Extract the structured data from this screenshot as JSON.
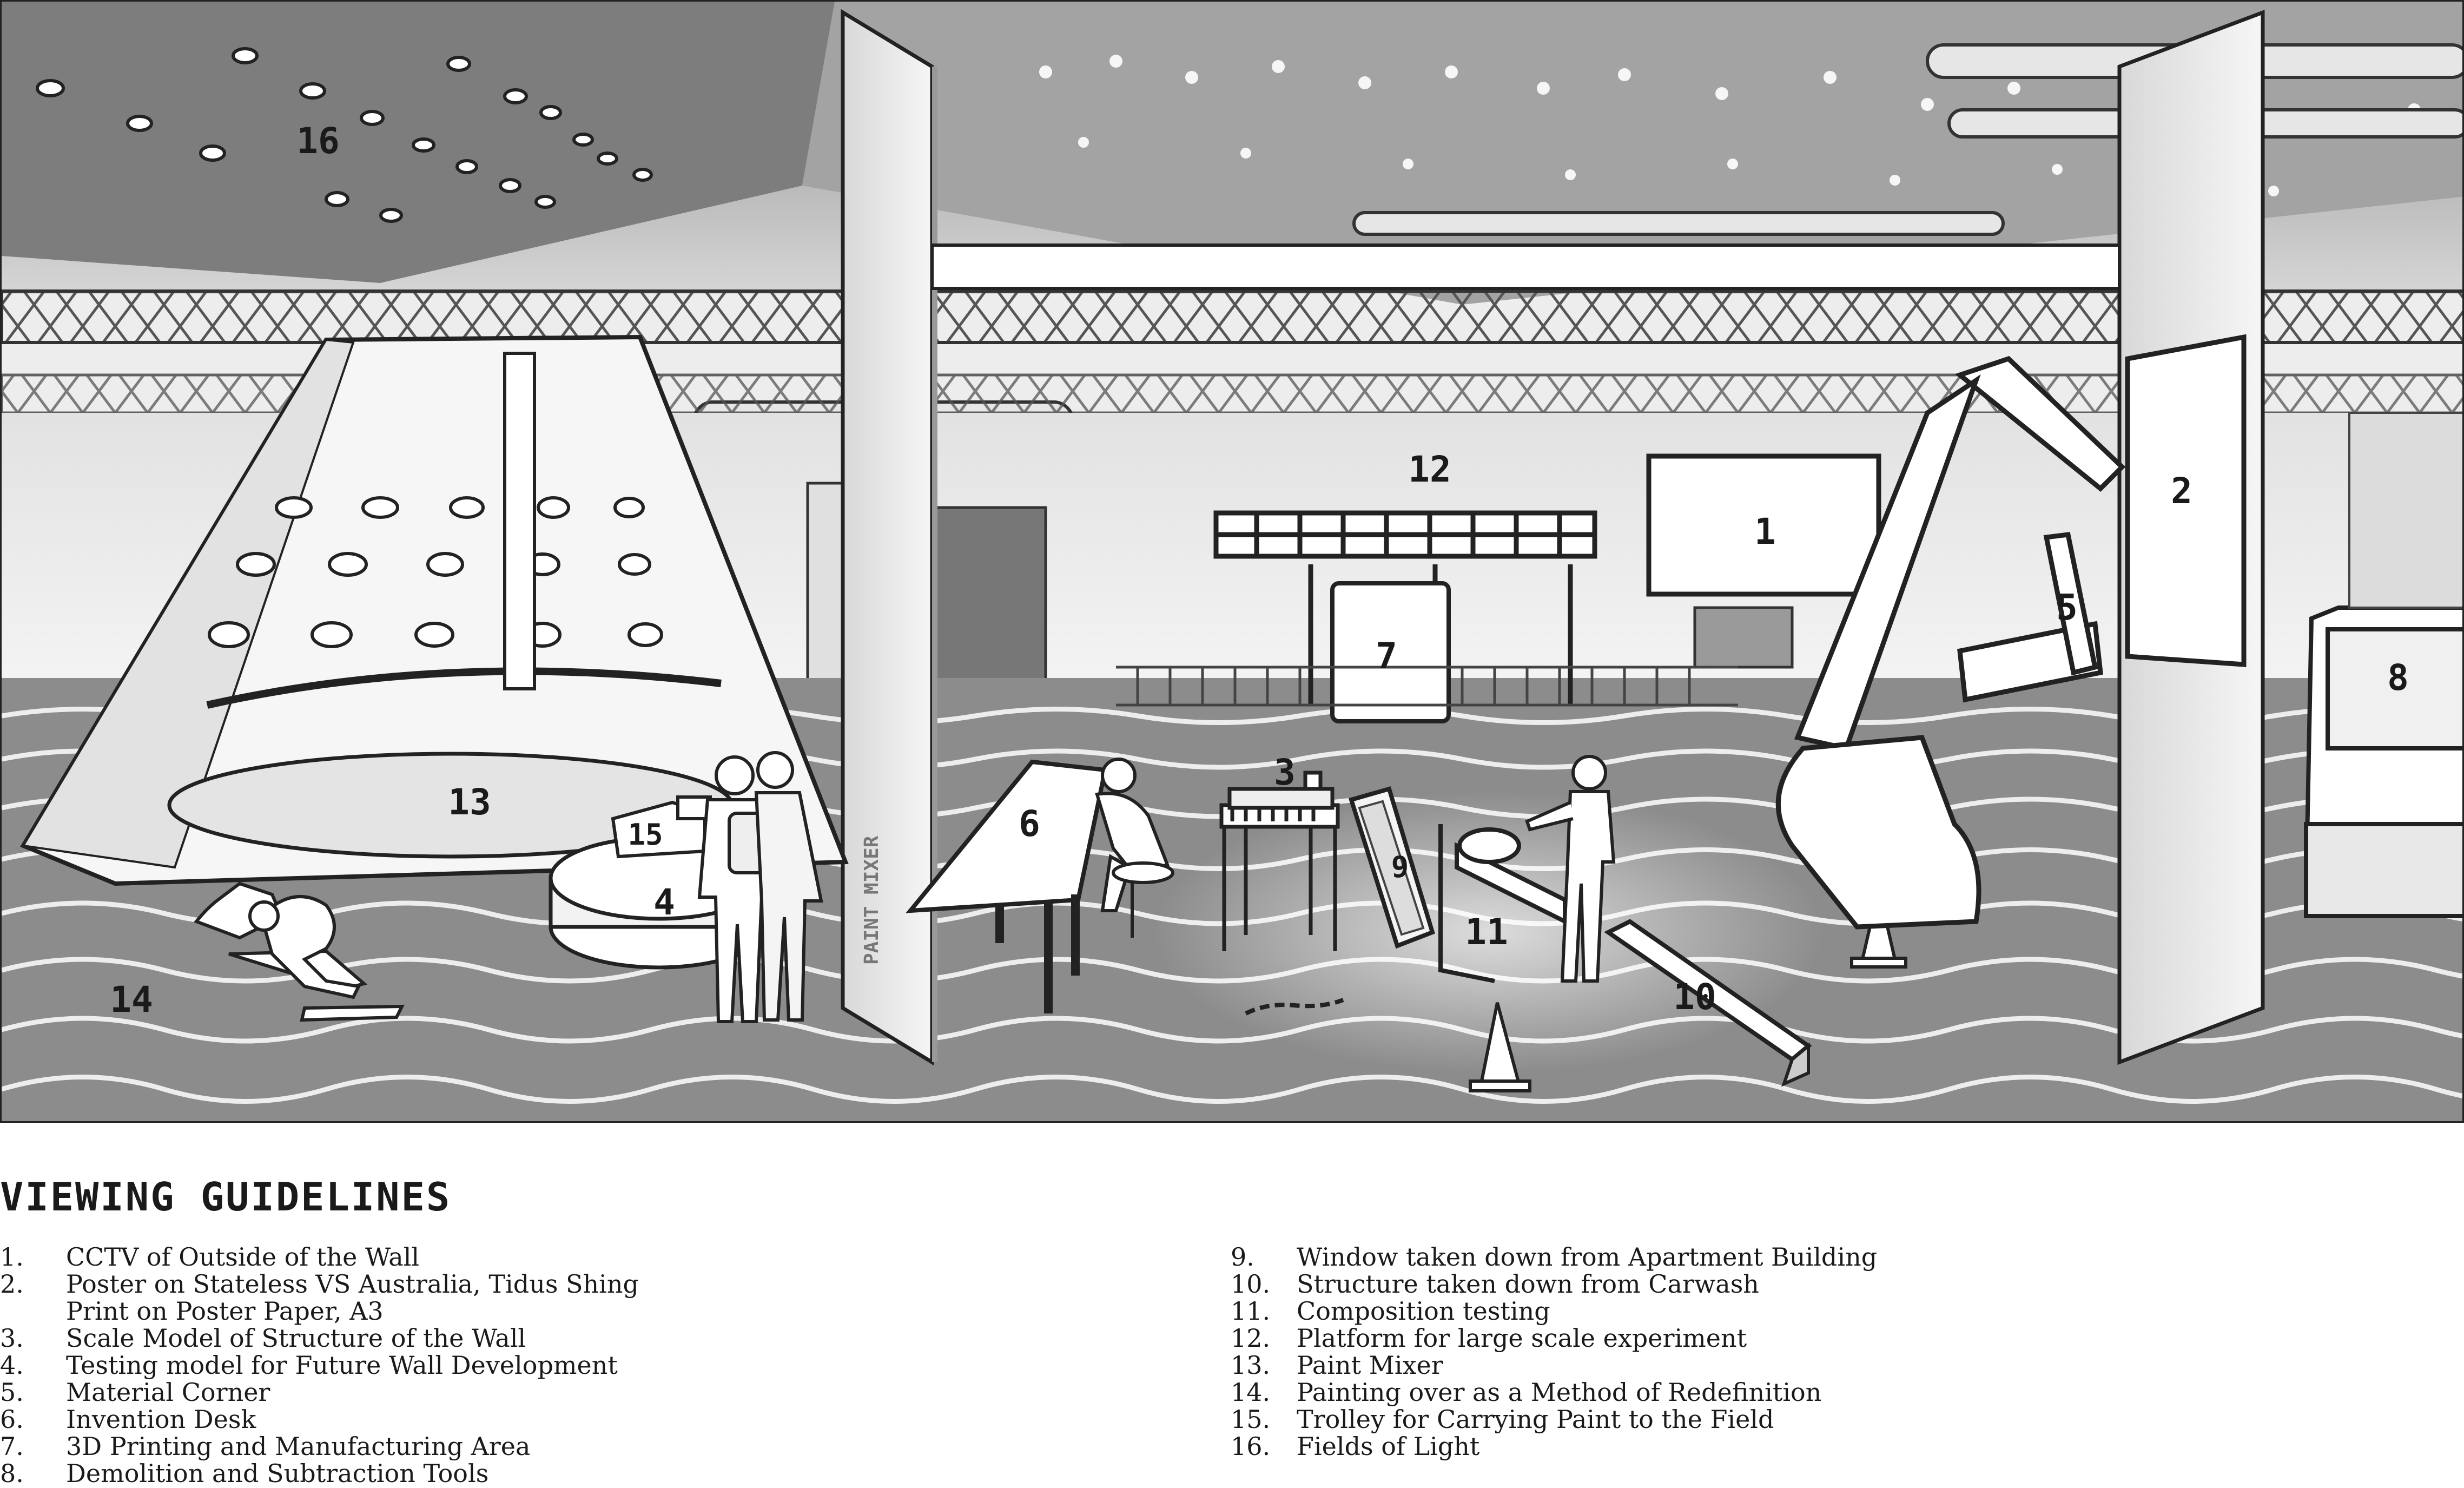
{
  "scene": {
    "markers": [
      {
        "n": "1"
      },
      {
        "n": "2"
      },
      {
        "n": "3"
      },
      {
        "n": "4"
      },
      {
        "n": "5"
      },
      {
        "n": "6"
      },
      {
        "n": "7"
      },
      {
        "n": "8"
      },
      {
        "n": "9"
      },
      {
        "n": "10"
      },
      {
        "n": "11"
      },
      {
        "n": "12"
      },
      {
        "n": "13"
      },
      {
        "n": "14"
      },
      {
        "n": "15"
      },
      {
        "n": "16"
      }
    ],
    "paint_mixer_sign": "PAINT MIXER"
  },
  "guidelines": {
    "title": "VIEWING GUIDELINES",
    "items": [
      {
        "num": "1.",
        "text": "CCTV of Outside of the Wall"
      },
      {
        "num": "2.",
        "text": "Poster on Stateless VS Australia, Tidus Shing\nPrint on Poster Paper, A3"
      },
      {
        "num": "3.",
        "text": "Scale Model of Structure of the Wall"
      },
      {
        "num": "4.",
        "text": "Testing model for Future Wall Development"
      },
      {
        "num": "5.",
        "text": "Material Corner"
      },
      {
        "num": "6.",
        "text": "Invention Desk"
      },
      {
        "num": "7.",
        "text": "3D Printing and Manufacturing Area"
      },
      {
        "num": "8.",
        "text": "Demolition and Subtraction Tools"
      },
      {
        "num": "9.",
        "text": "Window taken down from Apartment Building"
      },
      {
        "num": "10.",
        "text": "Structure taken down from Carwash"
      },
      {
        "num": "11.",
        "text": "Composition testing"
      },
      {
        "num": "12.",
        "text": "Platform for large scale experiment"
      },
      {
        "num": "13.",
        "text": "Paint Mixer"
      },
      {
        "num": "14.",
        "text": "Painting over as a Method of Redefinition"
      },
      {
        "num": "15.",
        "text": "Trolley for Carrying Paint to the Field"
      },
      {
        "num": "16.",
        "text": "Fields of Light"
      }
    ]
  }
}
